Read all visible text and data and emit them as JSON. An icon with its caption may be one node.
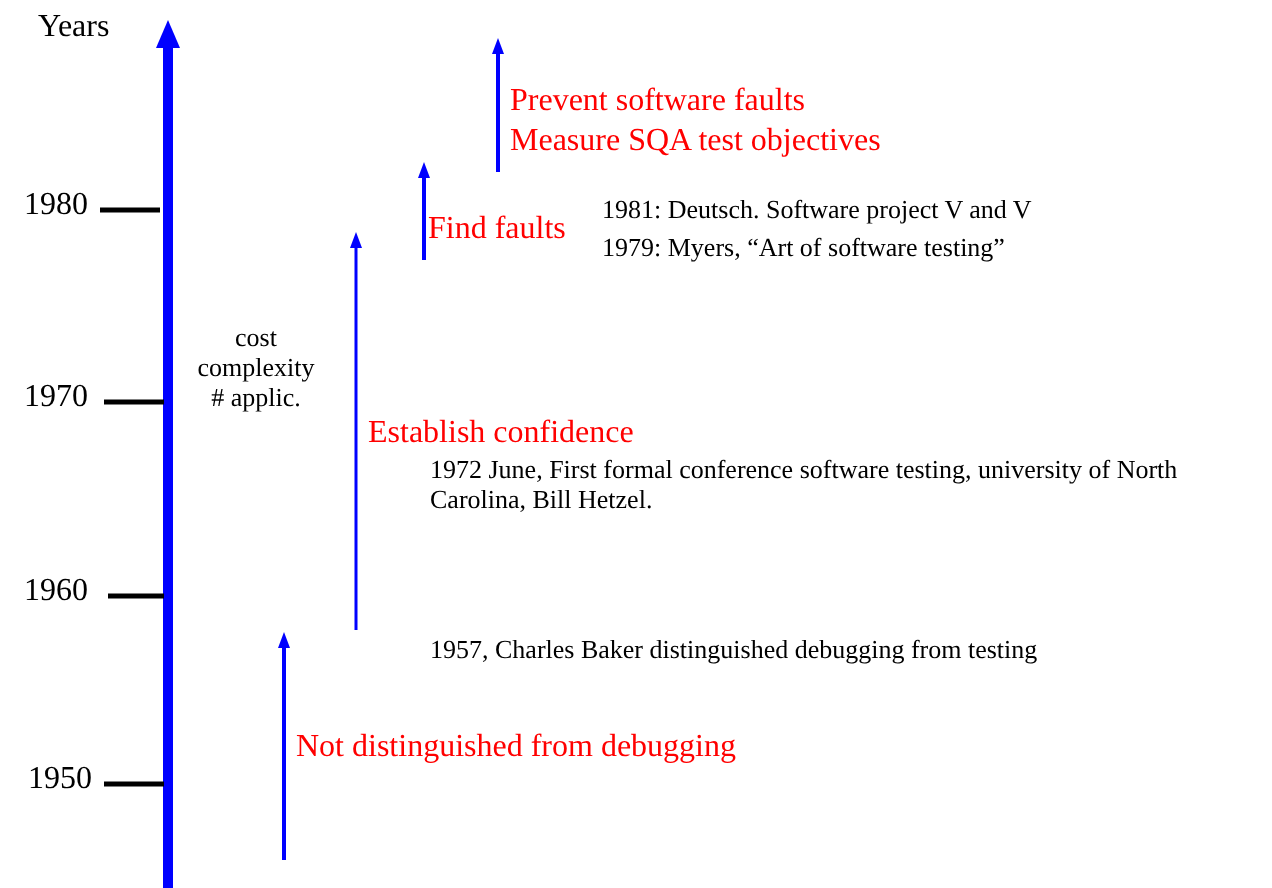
{
  "diagram": {
    "labels": [
      "Years",
      "Prevent software faults",
      "Measure SQA test objectives",
      "1980",
      "Find faults",
      "1981: Deutsch. Software project  V and V",
      "1979: Myers, “Art of software testing”",
      "cost complexity # applic.",
      "1970",
      "Establish confidence",
      "1972 June, First formal conference software testing, university of North Carolina, Bill Hetzel.",
      "1960",
      "1957, Charles Baker distinguished debugging from testing",
      "Not distinguished from debugging",
      "1950"
    ]
  }
}
